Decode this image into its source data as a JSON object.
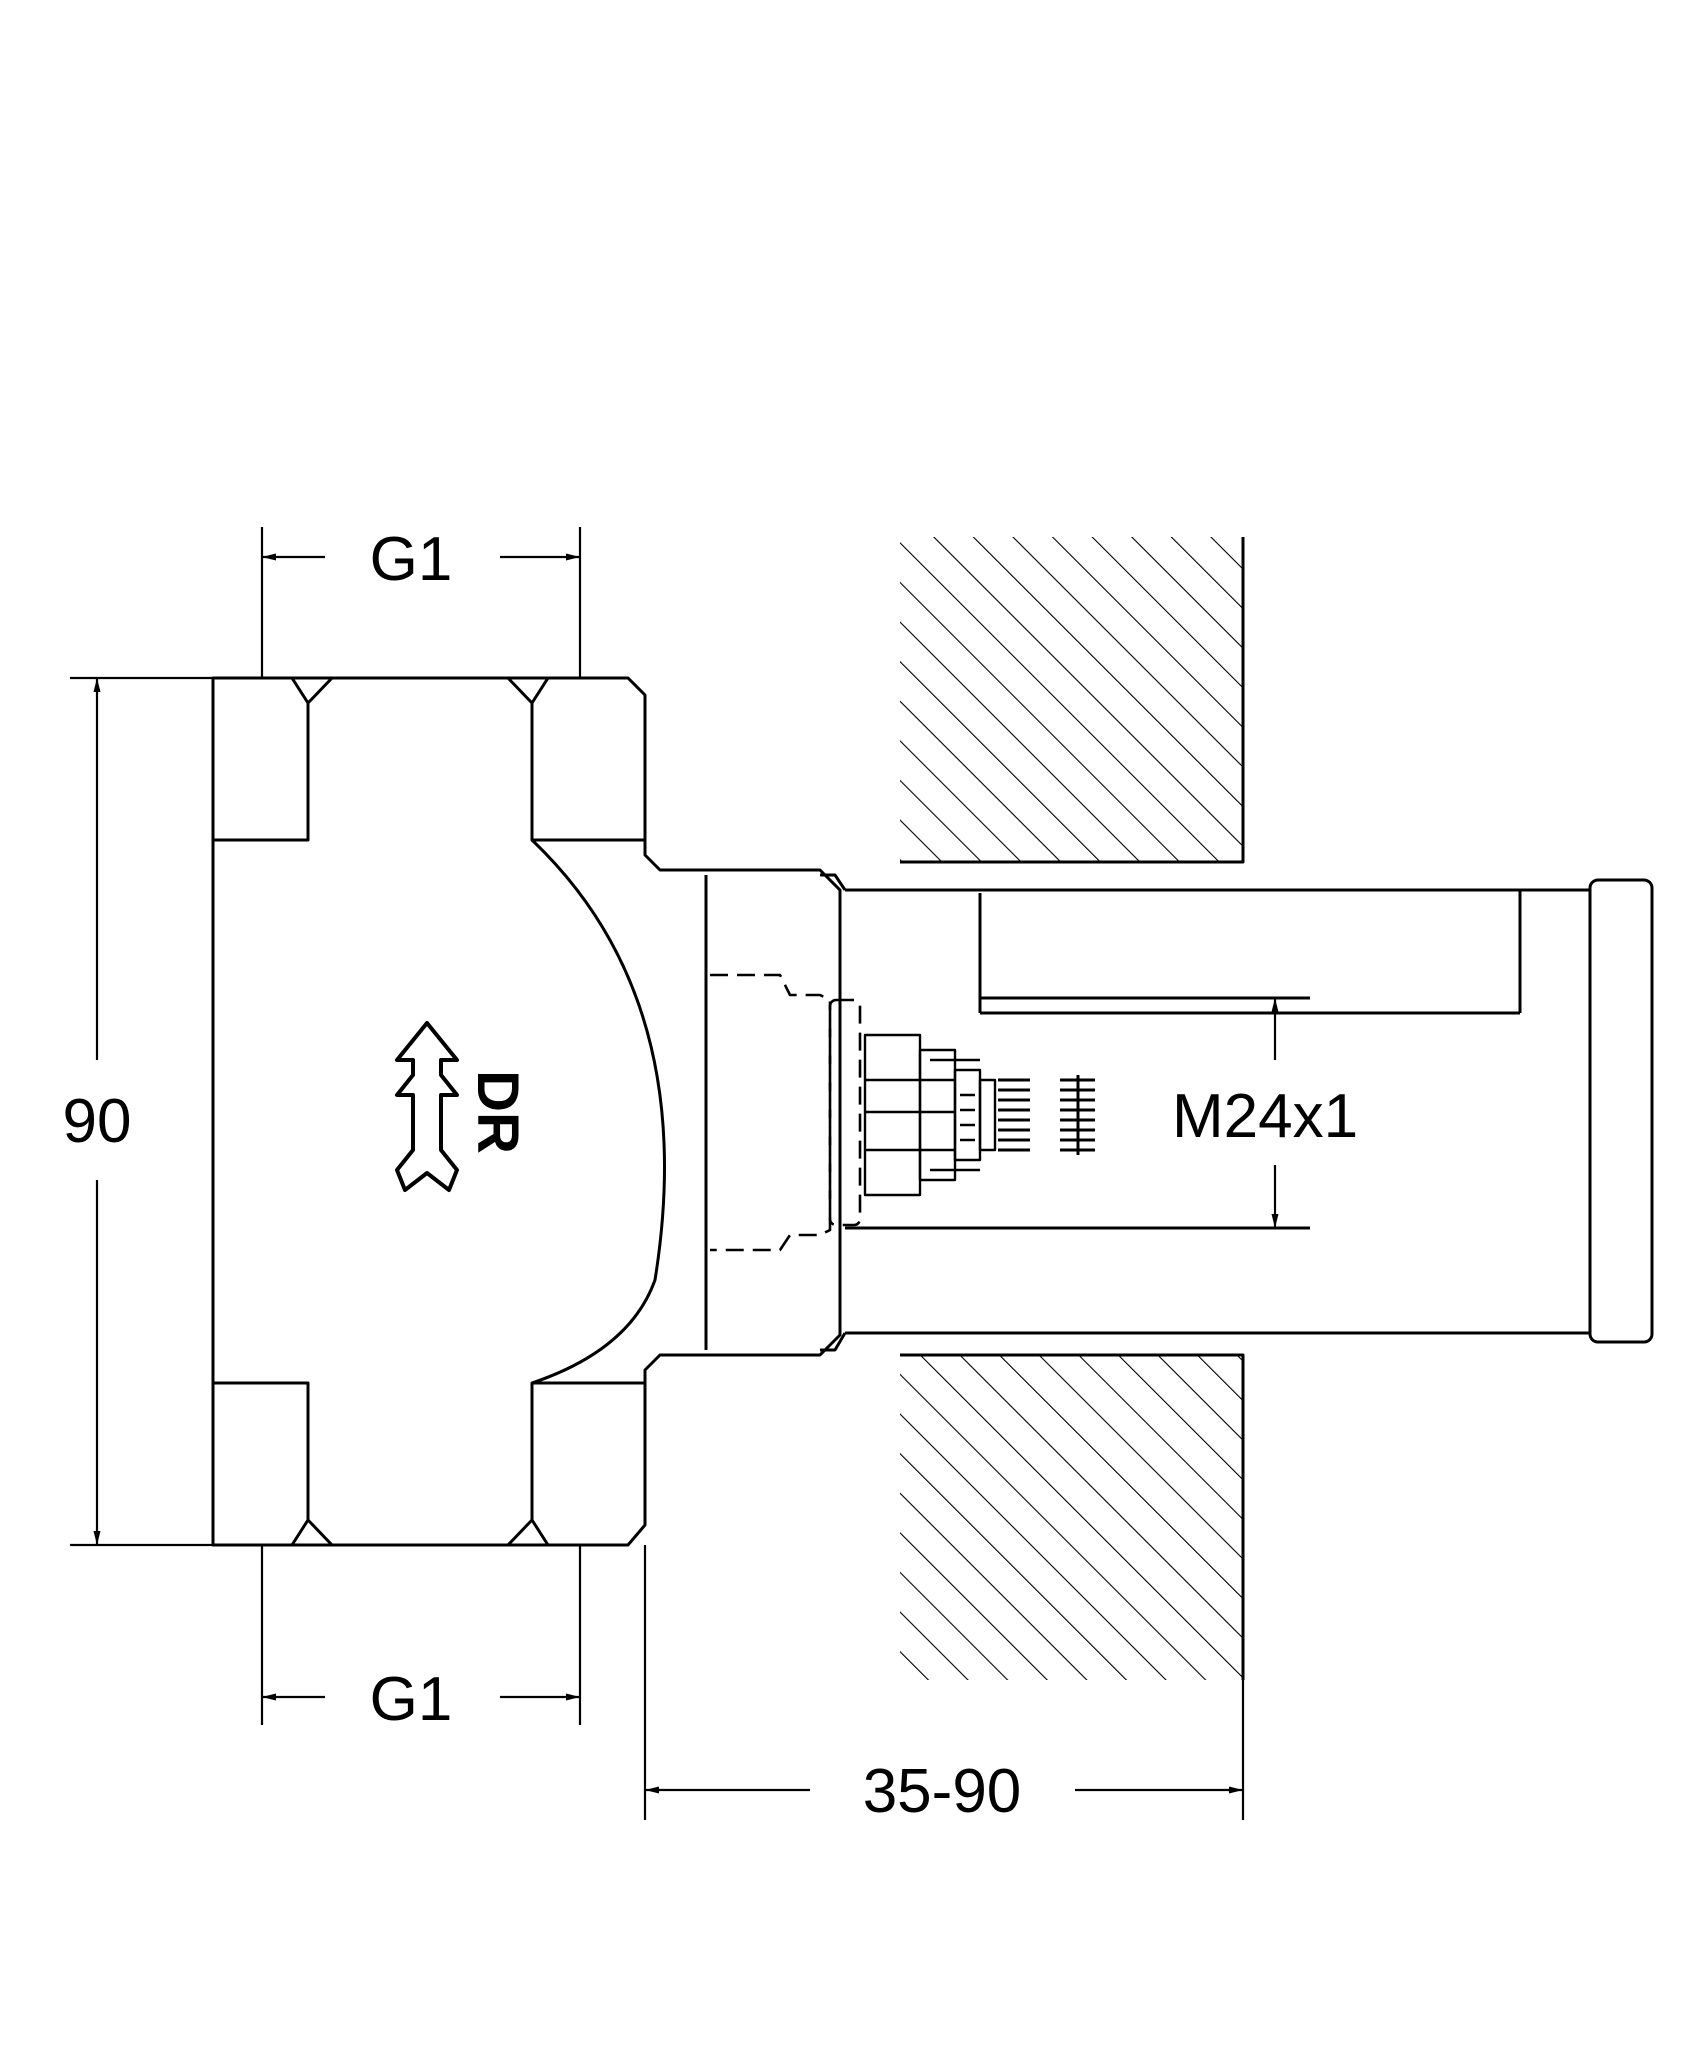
{
  "labels": {
    "thread_top": "G1",
    "thread_bottom": "G1",
    "body_height": "90",
    "spindle_thread": "M24x1",
    "mounting_depth": "35-90",
    "flow_marking": "DR"
  },
  "colors": {
    "line": "#000000",
    "background": "#ffffff"
  }
}
